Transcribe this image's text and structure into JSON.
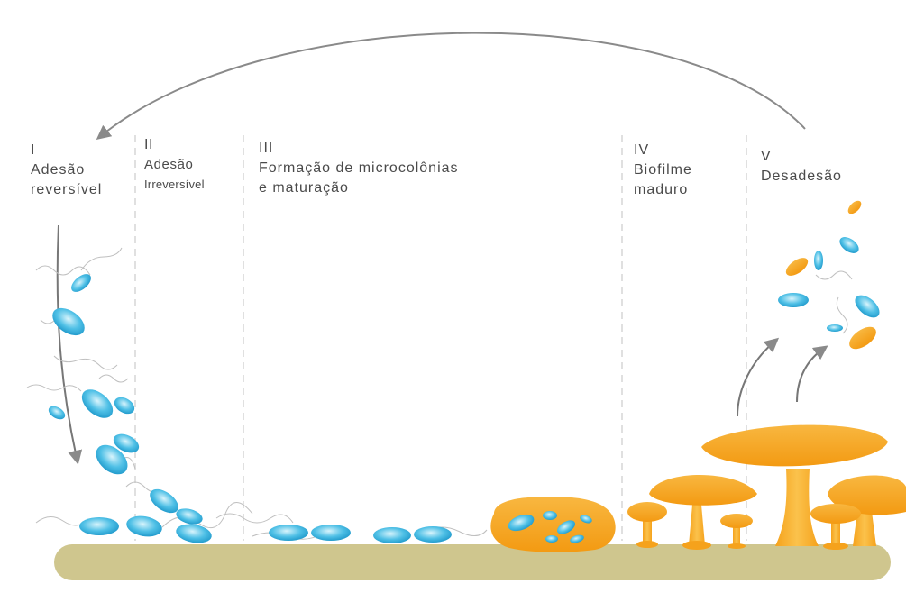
{
  "stages": [
    {
      "numeral": "I",
      "lines": [
        "Adesão",
        "reversível"
      ]
    },
    {
      "numeral": "II",
      "lines": [
        "Adesão",
        "Irreversível"
      ]
    },
    {
      "numeral": "III",
      "lines": [
        "Formação de microcolônias",
        "e maturação"
      ]
    },
    {
      "numeral": "IV",
      "lines": [
        "Biofilme",
        "maduro"
      ]
    },
    {
      "numeral": "V",
      "lines": [
        "Desadesão"
      ]
    }
  ],
  "colors": {
    "substrate": "#cfc68e",
    "bacteria": "#2aa8d8",
    "bacteria_light": "#bfeaf8",
    "biofilm": "#f5a623",
    "biofilm_light": "#fbc95a",
    "arrow": "#8a8a8a",
    "divider": "#d0d0d0"
  }
}
